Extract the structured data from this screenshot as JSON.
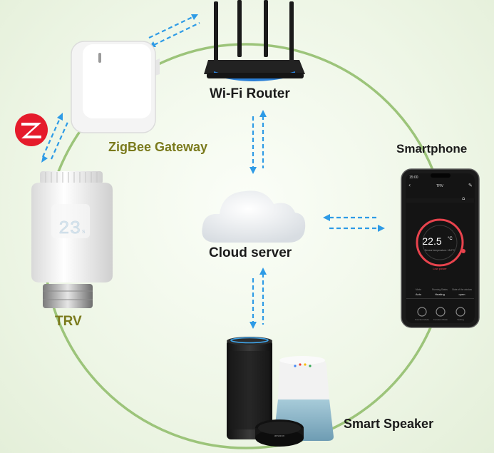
{
  "labels": {
    "router": "Wi-Fi Router",
    "gateway": "ZigBee Gateway",
    "smartphone": "Smartphone",
    "cloud": "Cloud server",
    "trv": "TRV",
    "speaker": "Smart Speaker"
  },
  "trv_display": "23",
  "trv_display_unit": "s",
  "phone": {
    "status_time": "15:00",
    "screen_title": "TRV",
    "temperature": "22.5",
    "temp_unit": "°C",
    "temp_subtitle": "Sensor temperature: 18.0°C",
    "status_text": "Low power",
    "info_headers": [
      "Mode",
      "Running Status",
      "State of the window"
    ],
    "info_values": [
      "Auto",
      "Heating",
      "open"
    ],
    "nav_labels": [
      "Function Mode",
      "Function Mode",
      "Setting"
    ]
  },
  "speaker_brand": "amazon",
  "colors": {
    "ring": "#9cc47a",
    "arrow": "#2e9be6",
    "label_accent": "#7a7a1c",
    "phone_ring": "#e8434d"
  },
  "icons": {
    "zigbee": "zigbee-logo-icon"
  }
}
